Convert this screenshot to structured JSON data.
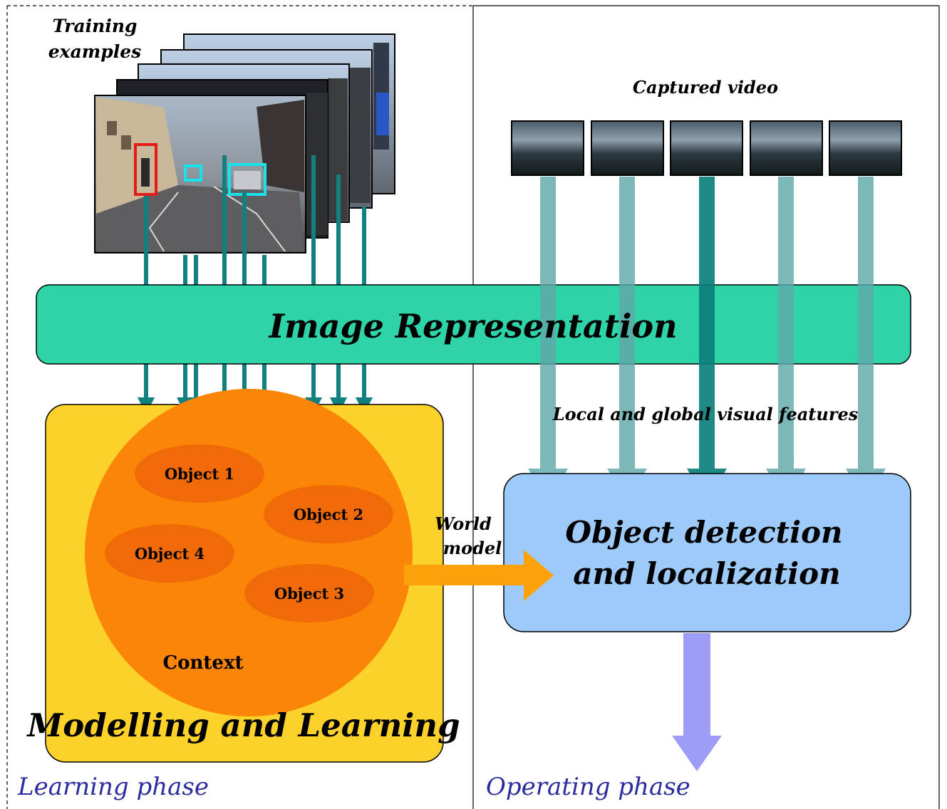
{
  "labels": {
    "training_examples": [
      "Training",
      "examples"
    ],
    "captured_video": "Captured video",
    "image_representation": "Image Representation",
    "local_global_features": "Local and global visual features",
    "world_model": [
      "World",
      "model"
    ],
    "detection": [
      "Object detection",
      "and localization"
    ],
    "modelling": "Modelling and Learning",
    "learning_phase": "Learning phase",
    "operating_phase": "Operating phase"
  },
  "objects": [
    "Object 1",
    "Object 2",
    "Object 4",
    "Object 3"
  ],
  "context_label": "Context",
  "colors": {
    "teal_arrow": "#138080",
    "light_teal": "#5fa9a8",
    "image_rep": "#2ed3a8",
    "modelling_bg": "#fcd22a",
    "context_circle": "#fb8506",
    "object_ellipse": "#f06a08",
    "world_arrow": "#fda10a",
    "detection_bg": "#9dcaf9",
    "output_arrow": "#9d9cf7",
    "phase_text": "#2b2aa0"
  }
}
